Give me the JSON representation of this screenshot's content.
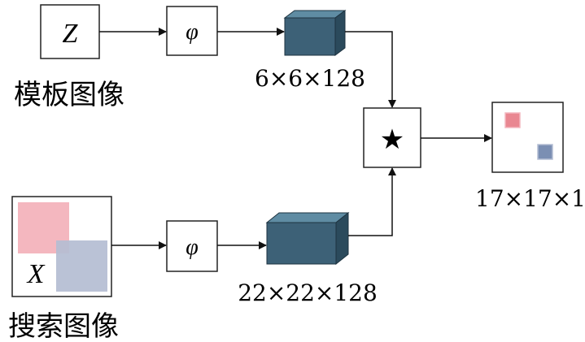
{
  "template": {
    "symbol": "Z",
    "caption": "模板图像",
    "feature_label": "6×6×128"
  },
  "search": {
    "symbol": "X",
    "caption": "搜索图像",
    "feature_label": "22×22×128"
  },
  "embedding": {
    "symbol": "φ"
  },
  "correlation": {
    "symbol": "★"
  },
  "output": {
    "label": "17×17×1"
  },
  "colors": {
    "line": "#111111",
    "box_border": "#222222",
    "cube_front": "#3d6177",
    "cube_top": "#5f8ca3",
    "cube_side": "#2b4a5c",
    "red_patch": "#f4b7bf",
    "blue_patch": "#b4bdd3",
    "red_marker": "#e98791",
    "blue_marker": "#7b8fb3"
  }
}
